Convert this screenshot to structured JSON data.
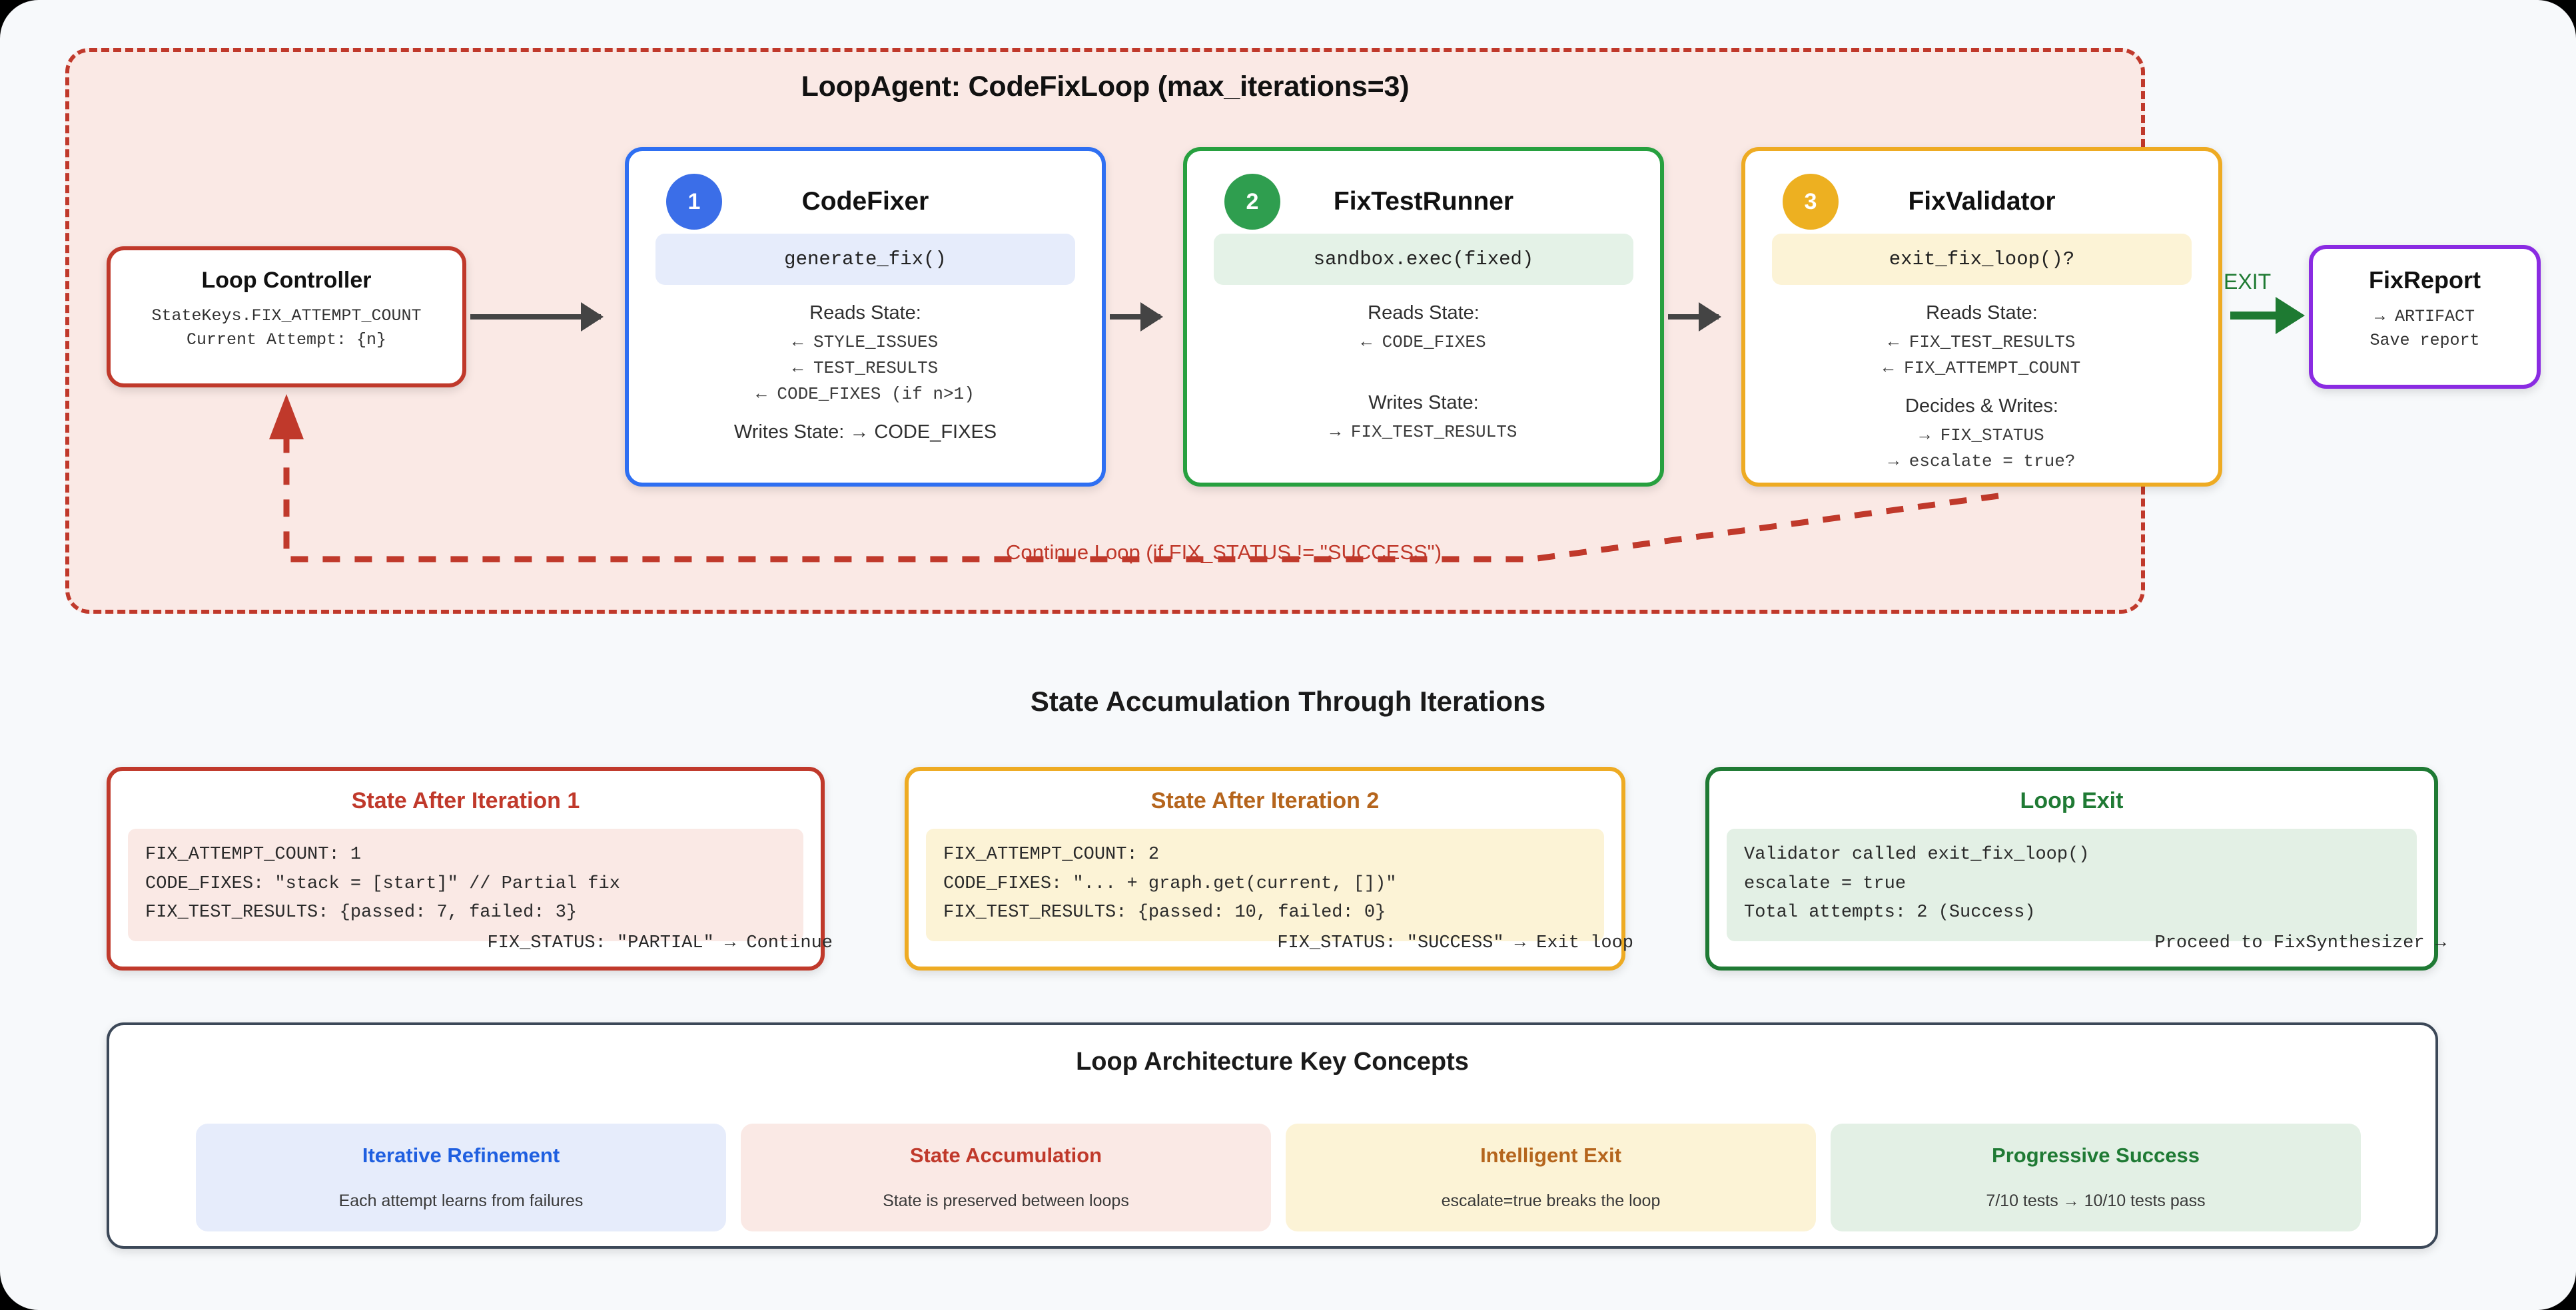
{
  "loop": {
    "title": "LoopAgent: CodeFixLoop (max_iterations=3)",
    "continue_label": "Continue Loop (if FIX_STATUS != \"SUCCESS\")",
    "exit_label": "EXIT"
  },
  "controller": {
    "title": "Loop Controller",
    "line1": "StateKeys.FIX_ATTEMPT_COUNT",
    "line2": "Current Attempt: {n}"
  },
  "agents": [
    {
      "badge": "1",
      "name": "CodeFixer",
      "method": "generate_fix()",
      "reads_label": "Reads State:",
      "reads": [
        "← STYLE_ISSUES",
        "← TEST_RESULTS",
        "← CODE_FIXES (if n>1)"
      ],
      "writes_label": "Writes State: → CODE_FIXES",
      "writes": [],
      "accent": "#2e6ff2"
    },
    {
      "badge": "2",
      "name": "FixTestRunner",
      "method": "sandbox.exec(fixed)",
      "reads_label": "Reads State:",
      "reads": [
        "← CODE_FIXES"
      ],
      "writes_label": "Writes State:",
      "writes": [
        "→ FIX_TEST_RESULTS"
      ],
      "accent": "#27a03f"
    },
    {
      "badge": "3",
      "name": "FixValidator",
      "method": "exit_fix_loop()?",
      "reads_label": "Reads State:",
      "reads": [
        "← FIX_TEST_RESULTS",
        "← FIX_ATTEMPT_COUNT"
      ],
      "writes_label": "Decides & Writes:",
      "writes": [
        "→ FIX_STATUS",
        "→ escalate = true?"
      ],
      "accent": "#eeab23"
    }
  ],
  "report": {
    "title": "FixReport",
    "line1": "→ ARTIFACT",
    "line2": "Save report"
  },
  "state_section": {
    "heading": "State Accumulation Through Iterations",
    "cards": [
      {
        "title": "State After Iteration 1",
        "lines": [
          "FIX_ATTEMPT_COUNT: 1",
          "CODE_FIXES: \"stack = [start]\" // Partial fix",
          "FIX_TEST_RESULTS: {passed: 7, failed: 3}"
        ],
        "footer": "FIX_STATUS: \"PARTIAL\" → Continue"
      },
      {
        "title": "State After Iteration 2",
        "lines": [
          "FIX_ATTEMPT_COUNT: 2",
          "CODE_FIXES: \"... + graph.get(current, [])\"",
          "FIX_TEST_RESULTS: {passed: 10, failed: 0}"
        ],
        "footer": "FIX_STATUS: \"SUCCESS\" → Exit loop"
      },
      {
        "title": "Loop Exit",
        "lines": [
          "Validator called exit_fix_loop()",
          "escalate = true",
          "Total attempts: 2 (Success)"
        ],
        "footer": "Proceed to FixSynthesizer →"
      }
    ]
  },
  "concepts_section": {
    "title": "Loop Architecture Key Concepts",
    "items": [
      {
        "title": "Iterative Refinement",
        "sub": "Each attempt learns from failures"
      },
      {
        "title": "State Accumulation",
        "sub": "State is preserved between loops"
      },
      {
        "title": "Intelligent Exit",
        "sub": "escalate=true breaks the loop"
      },
      {
        "title": "Progressive Success",
        "sub": "7/10 tests → 10/10 tests pass"
      }
    ]
  },
  "colors": {
    "loop_border": "#c0392b",
    "agent_1": "#2e6ff2",
    "agent_2": "#27a03f",
    "agent_3": "#eeab23",
    "report_border": "#8a2be2",
    "exit_arrow": "#1e7a32"
  }
}
